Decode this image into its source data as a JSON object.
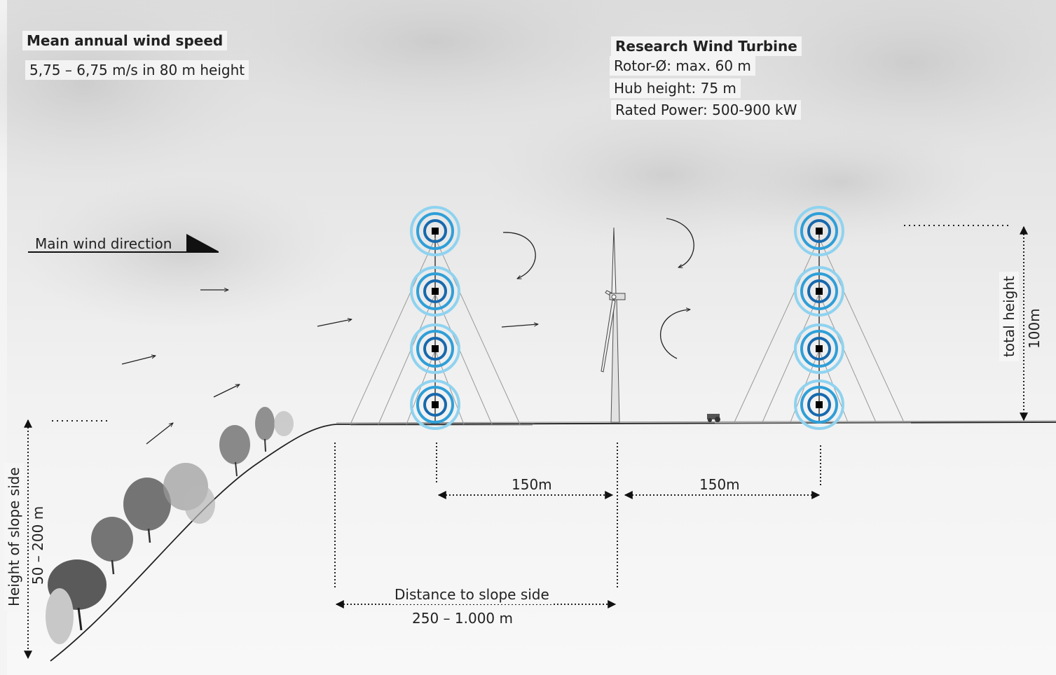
{
  "wind_speed": {
    "title": "Mean annual  wind speed",
    "value": "5,75 – 6,75 m/s in 80 m height"
  },
  "turbine": {
    "title": "Research Wind Turbine",
    "rotor": "Rotor-Ø: max. 60 m",
    "hub": "Hub height: 75 m",
    "power": "Rated Power: 500-900 kW"
  },
  "main_wind_label": "Main wind direction",
  "mast_height": {
    "label": "total height",
    "value": "100m"
  },
  "slope_height": {
    "label": "Height of slope side",
    "value": "50 – 200 m"
  },
  "distance_left": "150m",
  "distance_right": "150m",
  "slope_distance": {
    "label": "Distance to slope side",
    "value": "250 – 1.000 m"
  },
  "colors": {
    "ring_outer": "#8fd3f0",
    "ring_mid": "#2f9fd8",
    "ring_inner": "#1769ad",
    "ground": "#333333",
    "text": "#222222"
  }
}
